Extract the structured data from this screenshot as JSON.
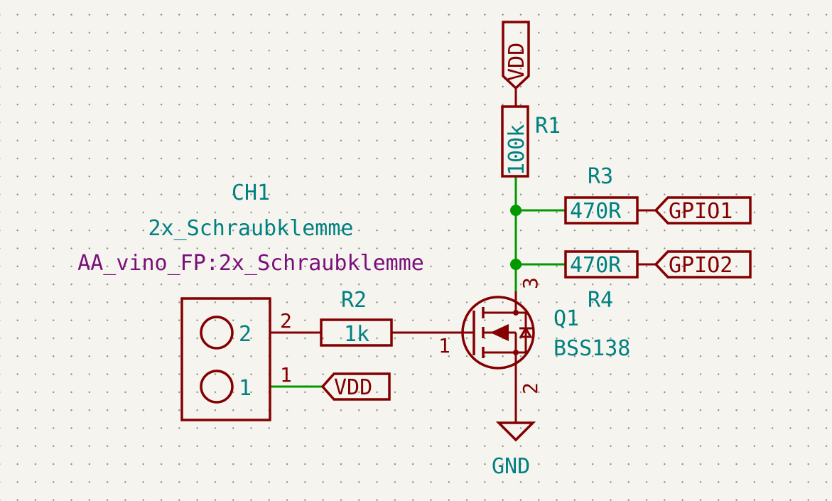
{
  "components": {
    "r1": {
      "ref": "R1",
      "value": "100k"
    },
    "r2": {
      "ref": "R2",
      "value": "1k"
    },
    "r3": {
      "ref": "R3",
      "value": "470R"
    },
    "r4": {
      "ref": "R4",
      "value": "470R"
    },
    "q1": {
      "ref": "Q1",
      "value": "BSS138",
      "pins": {
        "gate": "1",
        "source": "2",
        "drain": "3"
      }
    },
    "ch1": {
      "ref": "CH1",
      "value": "2x_Schraubklemme",
      "footprint": "AA_vino_FP:2x_Schraubklemme",
      "pins": {
        "top": "2",
        "bottom": "1"
      },
      "pin_labels": {
        "top": "2",
        "bottom": "1"
      }
    }
  },
  "power": {
    "vdd_top": "VDD",
    "vdd_conn": "VDD",
    "gnd": "GND"
  },
  "labels": {
    "gpio1": "GPIO1",
    "gpio2": "GPIO2"
  },
  "colors": {
    "wire": "#009900",
    "symbol": "#840000",
    "reference_text": "#008080",
    "footprint_text": "#7a0e7a",
    "background": "#f5f4ef"
  }
}
